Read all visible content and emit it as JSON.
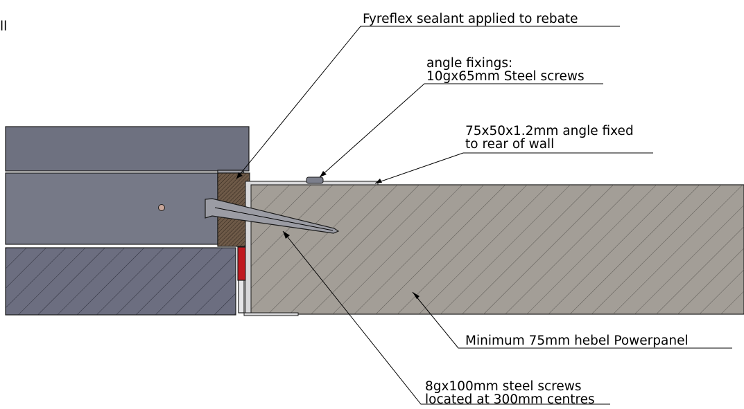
{
  "title_fragment": "ll",
  "callouts": {
    "sealant": "Fyreflex sealant applied to rebate",
    "angle_fixings_line1": "angle fixings:",
    "angle_fixings_line2": "10gx65mm Steel screws",
    "angle_line1": "75x50x1.2mm angle fixed",
    "angle_line2": "to rear of wall",
    "powerpanel": "Minimum 75mm hebel Powerpanel",
    "screws_line1": "8gx100mm steel screws",
    "screws_line2": "located at 300mm centres"
  },
  "colors": {
    "frame_steel": "#6e7180",
    "frame_steel_face": "#767987",
    "wall_section": "#6c6e80",
    "powerpanel": "#a39e97",
    "sealant_block": "#6e5a48",
    "seal_strip": "#c0181f",
    "hatch_line": "#3a3a3a",
    "text": "#000000"
  }
}
